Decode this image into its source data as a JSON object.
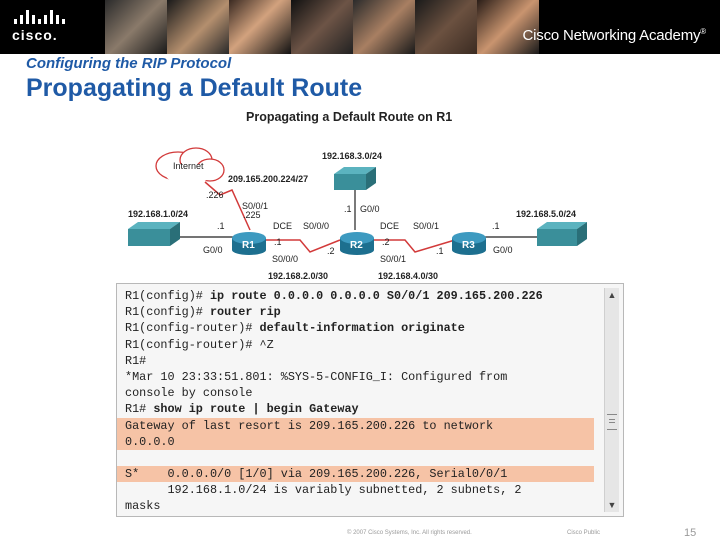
{
  "header": {
    "logo_text": "cisco.",
    "academy_text": "Cisco Networking Academy",
    "academy_mark": "®"
  },
  "slide": {
    "subtitle": "Configuring the RIP Protocol",
    "title": "Propagating a Default Route"
  },
  "figure": {
    "caption": "Propagating a Default Route on R1",
    "internet": "Internet",
    "labels": {
      "net_top": "192.168.3.0/24",
      "net_isp": "209.165.200.224/27",
      "isp_dot": ".226",
      "r1_s001": "S0/0/1",
      "r1_225": ".225",
      "net_left": "192.168.1.0/24",
      "r1_dot1_left": ".1",
      "r1_g00": "G0/0",
      "r1_name": "R1",
      "r1_dot1_bottom": ".1",
      "r1_s000": "S0/0/0",
      "dce1": "DCE",
      "r2_s000": "S0/0/0",
      "r2_dot2_left": ".2",
      "r2_name": "R2",
      "r2_dot1_top": ".1",
      "r2_g00": "G0/0",
      "dce2": "DCE",
      "r2_dot2_right": ".2",
      "r2_s001": "S0/0/1",
      "r3_s001": "S0/0/1",
      "r3_dot1_bottom": ".1",
      "r3_name": "R3",
      "r3_dot1_right": ".1",
      "r3_g00": "G0/0",
      "net_right": "192.168.5.0/24",
      "net_r1r2": "192.168.2.0/30",
      "net_r2r3": "192.168.4.0/30"
    }
  },
  "terminal": {
    "lines": [
      {
        "prompt": "R1(config)# ",
        "cmd": "ip route 0.0.0.0 0.0.0.0 S0/0/1 209.165.200.226",
        "text": ""
      },
      {
        "prompt": "R1(config)# ",
        "cmd": "router rip",
        "text": ""
      },
      {
        "prompt": "R1(config-router)# ",
        "cmd": "default-information originate",
        "text": ""
      },
      {
        "prompt": "R1(config-router)# ",
        "cmd": "",
        "text": "^Z"
      },
      {
        "prompt": "R1#",
        "cmd": "",
        "text": ""
      },
      {
        "prompt": "",
        "cmd": "",
        "text": "*Mar 10 23:33:51.801: %SYS-5-CONFIG_I: Configured from"
      },
      {
        "prompt": "",
        "cmd": "",
        "text": "console by console"
      },
      {
        "prompt": "R1# ",
        "cmd": "show ip route | begin Gateway",
        "text": ""
      },
      {
        "prompt": "",
        "cmd": "",
        "text": "Gateway of last resort is 209.165.200.226 to network",
        "hl": true
      },
      {
        "prompt": "",
        "cmd": "",
        "text": "0.0.0.0",
        "hl": true
      },
      {
        "prompt": "",
        "cmd": "",
        "text": "",
        "hl": false
      },
      {
        "prompt": "",
        "cmd": "",
        "text": "S*    0.0.0.0/0 [1/0] via 209.165.200.226, Serial0/0/1",
        "hl": true
      },
      {
        "prompt": "",
        "cmd": "",
        "text": "      192.168.1.0/24 is variably subnetted, 2 subnets, 2"
      },
      {
        "prompt": "",
        "cmd": "",
        "text": "masks"
      }
    ]
  },
  "footer": {
    "copyright": "© 2007 Cisco Systems, Inc. All rights reserved.",
    "classification": "Cisco Public",
    "page": "15"
  },
  "colors": {
    "title_blue": "#1f5aa6",
    "highlight": "#f6c3a6",
    "router_blue": "#1d6f8f",
    "switch_teal": "#3a8f9a",
    "link_red": "#d23a3a"
  }
}
